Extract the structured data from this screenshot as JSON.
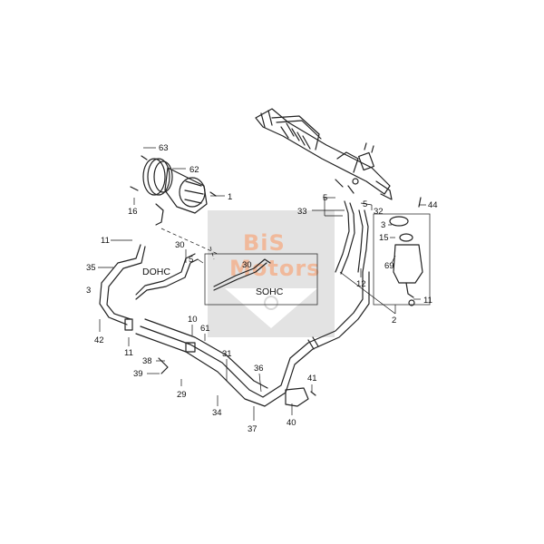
{
  "watermark": {
    "line1": "BiS",
    "line2": "Motors",
    "text_color": "#f3b28f",
    "box_color": "#d9d9d9"
  },
  "callouts": {
    "c63": "63",
    "c62": "62",
    "c1": "1",
    "c16": "16",
    "c11_top": "11",
    "c35": "35",
    "c3_left": "3",
    "c42": "42",
    "c11_bottom": "11",
    "c30_dohc": "30",
    "c5_dohc": "5",
    "c30_sohc": "30",
    "c10": "10",
    "c61": "61",
    "c38": "38",
    "c39": "39",
    "c29": "29",
    "c31": "31",
    "c34": "34",
    "c36": "36",
    "c37": "37",
    "c41": "41",
    "c40": "40",
    "c5_top": "5",
    "c5_mid": "5",
    "c33": "33",
    "c32": "32",
    "c44": "44",
    "c3_res": "3",
    "c15": "15",
    "c69": "69",
    "c12": "12",
    "c11_res": "11",
    "c2": "2"
  },
  "variants": {
    "dohc": "DOHC",
    "sohc": "SOHC"
  }
}
